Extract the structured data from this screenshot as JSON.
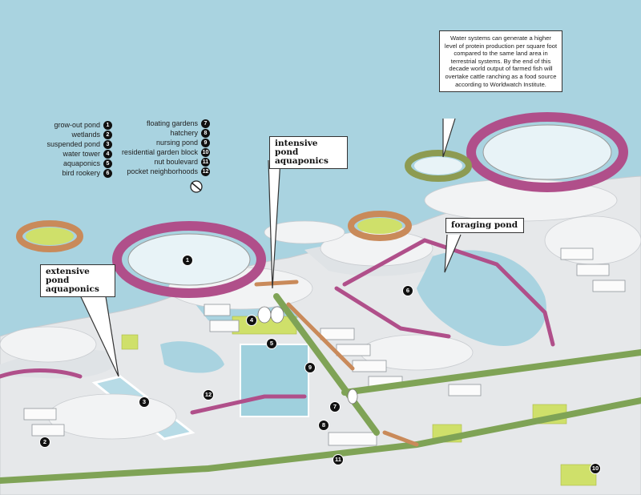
{
  "legend_left": [
    {
      "label": "grow-out pond",
      "num": "1"
    },
    {
      "label": "wetlands",
      "num": "2"
    },
    {
      "label": "suspended pond",
      "num": "3"
    },
    {
      "label": "water tower",
      "num": "4"
    },
    {
      "label": "aquaponics",
      "num": "5"
    },
    {
      "label": "bird rookery",
      "num": "6"
    }
  ],
  "legend_right": [
    {
      "label": "floating gardens",
      "num": "7"
    },
    {
      "label": "hatchery",
      "num": "8"
    },
    {
      "label": "nursing pond",
      "num": "9"
    },
    {
      "label": "residential garden block",
      "num": "10"
    },
    {
      "label": "nut boulevard",
      "num": "11"
    },
    {
      "label": "pocket neighborhoods",
      "num": "12"
    }
  ],
  "callouts": {
    "intensive": "intensive pond aquaponics",
    "extensive": "extensive pond aquaponics",
    "foraging": "foraging pond"
  },
  "info_text": "Water systems can generate a higher level of protein production per square foot compared to the same land area in terrestrial systems. By the end of this decade world output of farmed fish will overtake cattle ranching as a food source according to Worldwatch Institute.",
  "markers": {
    "m1": "1",
    "m2": "2",
    "m3": "3",
    "m4": "4",
    "m5": "5",
    "m6": "6",
    "m7": "7",
    "m8": "8",
    "m9": "9",
    "m10": "10",
    "m11": "11",
    "m12": "12"
  },
  "colors": {
    "water": "#a9d3e0",
    "land": "#e6e8ea",
    "tree_green": "#7fa356",
    "tree_pink": "#b04f8a",
    "tree_orange": "#c98a5a",
    "field": "#cfe06a"
  }
}
